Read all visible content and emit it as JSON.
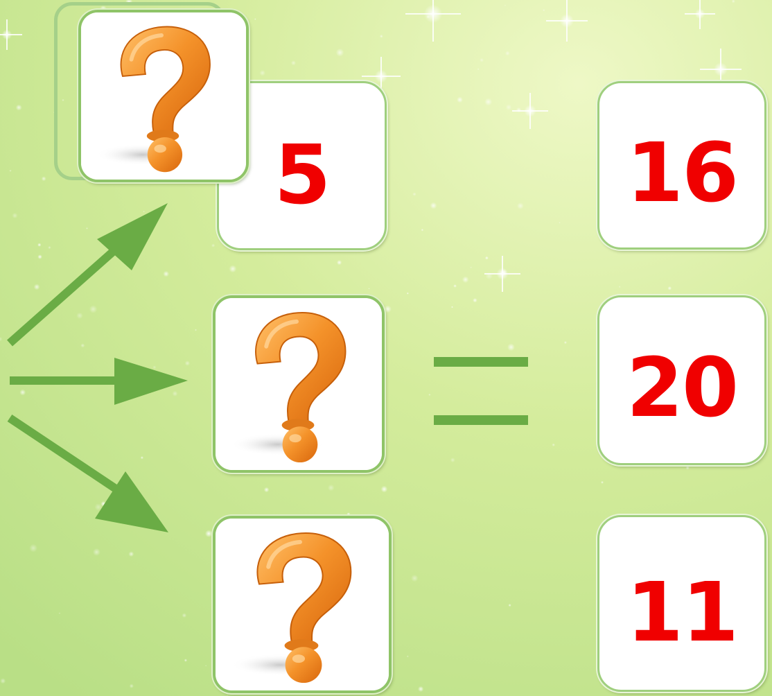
{
  "puzzle": {
    "result_values": [
      "16",
      "20",
      "11"
    ],
    "known_value": "5",
    "equals_sign": "="
  },
  "icons": {
    "unknown": "question-mark-icon",
    "arrow": "arrow-icon"
  },
  "colors": {
    "number": "#f00000",
    "arrows": "#6aac45",
    "question": "#f08a1c",
    "card_border": "#9fcf7e"
  }
}
